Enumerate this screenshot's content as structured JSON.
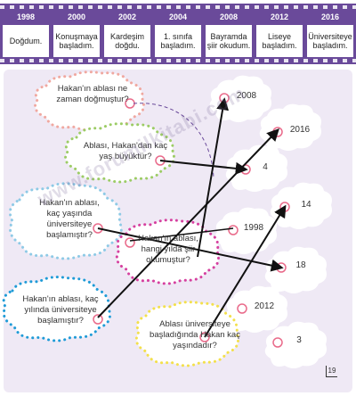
{
  "timeline": [
    {
      "year": "1998",
      "event": "Doğdum."
    },
    {
      "year": "2000",
      "event": "Konuşmaya başladım."
    },
    {
      "year": "2002",
      "event": "Kardeşim doğdu."
    },
    {
      "year": "2004",
      "event": "1. sınıfa başladım."
    },
    {
      "year": "2008",
      "event": "Bayramda şiir okudum."
    },
    {
      "year": "2012",
      "event": "Liseye başladım."
    },
    {
      "year": "2016",
      "event": "Üniversiteye başladım."
    }
  ],
  "questions": [
    {
      "text": "Hakan'ın ablası ne zaman doğmuştur?",
      "color": "#f0a8a0"
    },
    {
      "text": "Ablası, Hakan'dan kaç yaş büyüktür?",
      "color": "#9ccc65"
    },
    {
      "text": "Hakan'ın ablası, kaç yaşında üniversiteye başlamıştır?",
      "color": "#8ecae6"
    },
    {
      "text": "Hakan'ın ablası, hangi yılda şiir okumuştur?",
      "color": "#d6409f"
    },
    {
      "text": "Hakan'ın ablası, kaç yılında üniversiteye başlamıştır?",
      "color": "#1e9bd7"
    },
    {
      "text": "Ablası üniversiteye başladığında Hakan kaç yaşındadır?",
      "color": "#f3e04b"
    }
  ],
  "answers": [
    "2008",
    "2016",
    "4",
    "14",
    "1998",
    "18",
    "2012",
    "3"
  ],
  "watermark": "www.forumilkitabi.com",
  "page_number": "19"
}
